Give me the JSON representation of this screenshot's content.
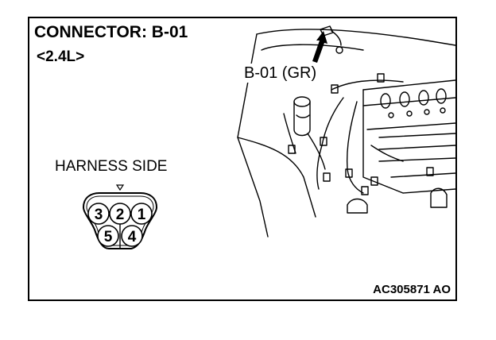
{
  "title": "CONNECTOR: B-01",
  "engine_variant": "<2.4L>",
  "view_label": "HARNESS SIDE",
  "connector_callout": "B-01 (GR)",
  "reference_code": "AC305871 AO",
  "pins": {
    "top_row": [
      "3",
      "2",
      "1"
    ],
    "bottom_row": [
      "5",
      "4"
    ]
  }
}
